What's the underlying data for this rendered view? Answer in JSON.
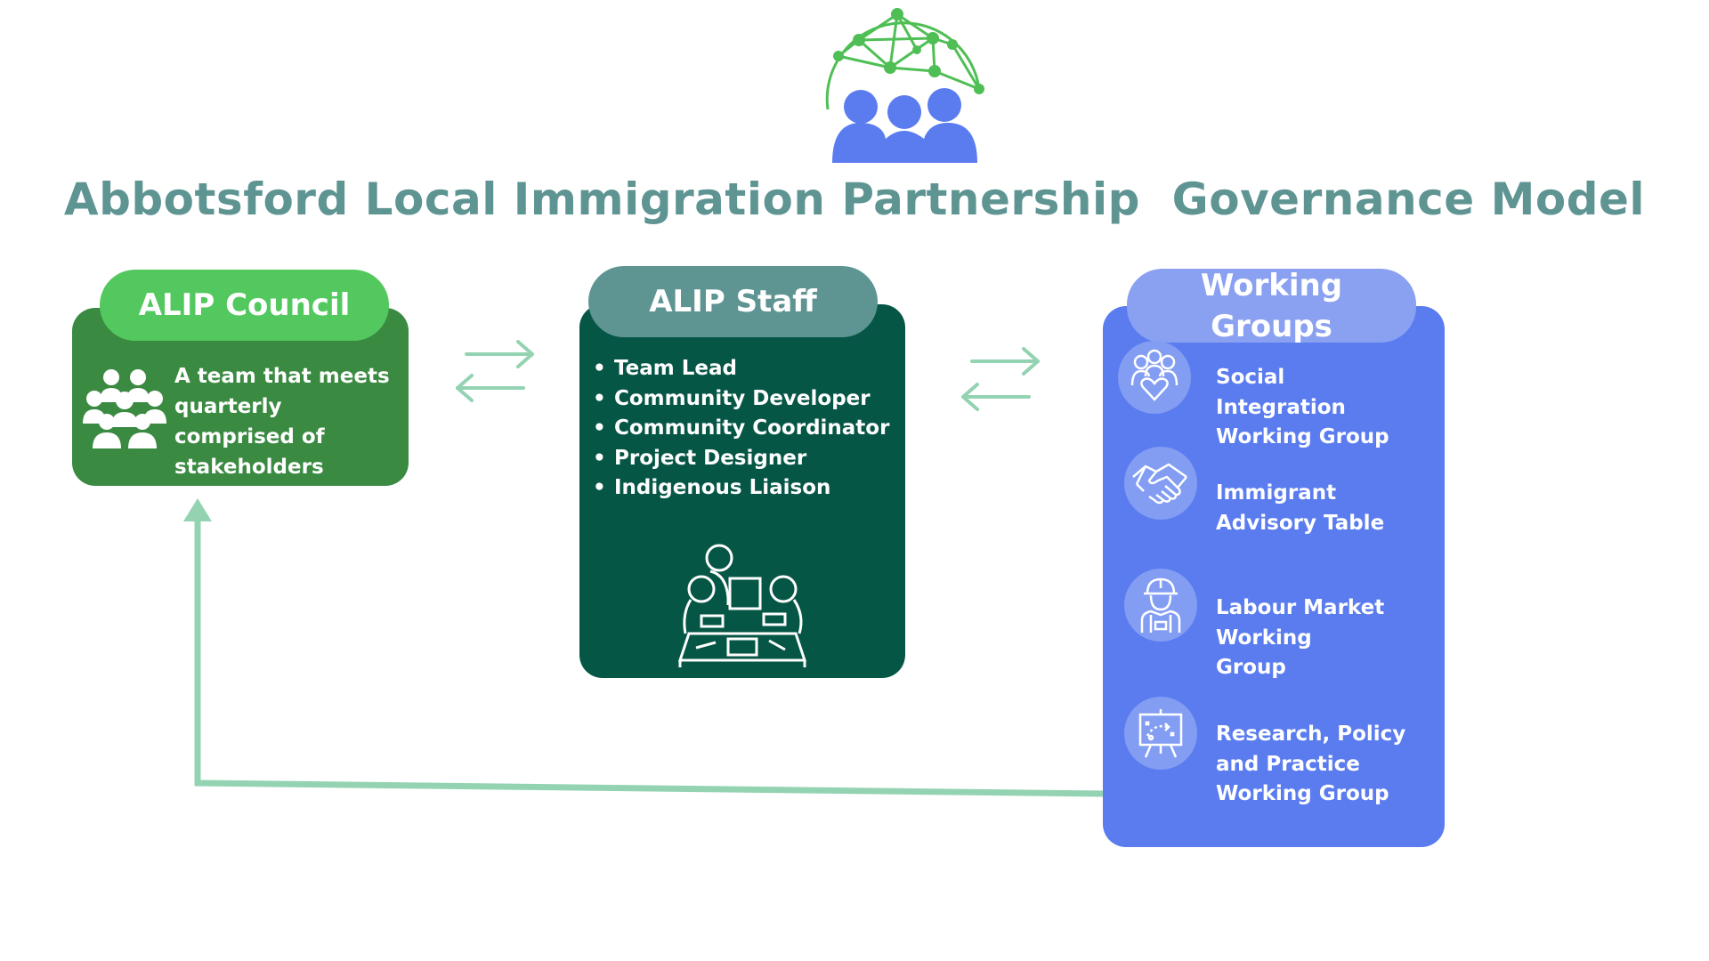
{
  "title": "Abbotsford Local Immigration Partnership  Governance Model",
  "colors": {
    "title": "#5e9492",
    "council_card": "#3b8a42",
    "council_pill": "#53c85f",
    "staff_card": "#065646",
    "staff_pill": "#5e9492",
    "groups_card": "#5a7cef",
    "groups_pill": "#8aa0f1",
    "connector": "#94d3b2",
    "logo_network": "#4fbf55",
    "logo_people": "#5a7cef"
  },
  "council": {
    "label": "ALIP Council",
    "description": "A team that meets quarterly comprised of stakeholders",
    "icon": "group-of-people-icon"
  },
  "staff": {
    "label": "ALIP Staff",
    "roles": [
      "Team Lead",
      "Community Developer",
      "Community Coordinator",
      "Project Designer",
      "Indigenous Liaison"
    ],
    "icon": "meeting-table-icon"
  },
  "groups": {
    "label": "Working Groups",
    "items": [
      {
        "label": "Social Integration Working Group",
        "icon": "people-heart-icon"
      },
      {
        "label": "Immigrant Advisory Table",
        "icon": "handshake-icon"
      },
      {
        "label": "Labour Market Working Group",
        "icon": "worker-helmet-icon"
      },
      {
        "label": "Research, Policy and Practice Working Group",
        "icon": "strategy-board-icon"
      }
    ]
  },
  "logo": {
    "icon": "network-globe-people-icon"
  }
}
